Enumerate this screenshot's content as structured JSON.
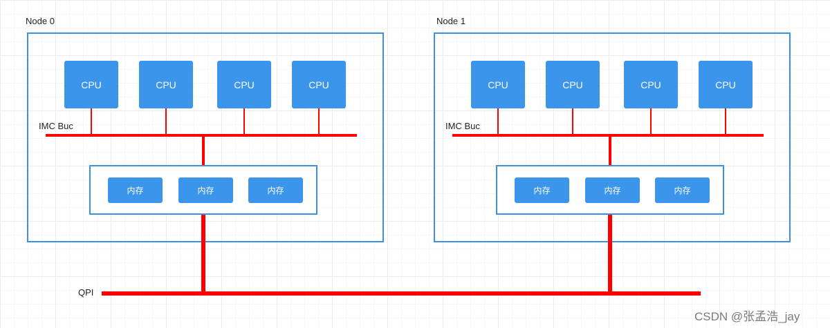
{
  "nodes": [
    {
      "title": "Node 0",
      "cpus": [
        "CPU",
        "CPU",
        "CPU",
        "CPU"
      ],
      "bus_label": "IMC Buc",
      "memory": [
        "内存",
        "内存",
        "内存"
      ]
    },
    {
      "title": "Node 1",
      "cpus": [
        "CPU",
        "CPU",
        "CPU",
        "CPU"
      ],
      "bus_label": "IMC Buc",
      "memory": [
        "内存",
        "内存",
        "内存"
      ]
    }
  ],
  "qpi_label": "QPI",
  "watermark": "CSDN @张孟浩_jay",
  "colors": {
    "box_fill": "#3b95ea",
    "box_border": "#3d8fe3",
    "bus": "#ff0000"
  }
}
